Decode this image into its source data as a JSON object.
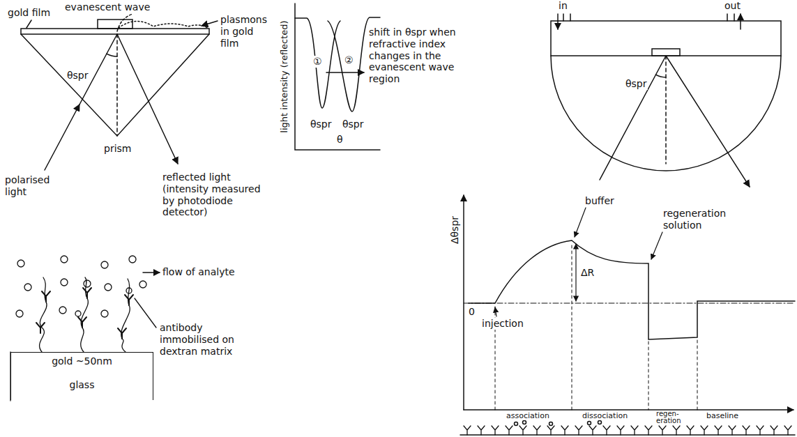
{
  "diagram": {
    "nodes": [
      {
        "text": [
          "gold ~50nm"
        ]
      },
      {
        "text": [
          "glass"
        ]
      }
    ],
    "labels": [
      "gold film",
      "evanescent wave",
      "plasmons in gold film",
      "θspr",
      "polarised light",
      "prism",
      "reflected light (intensity measured by photodiode detector)",
      "light intensity (reflected)",
      "①",
      "②",
      "shift in θspr when refractive index changes in the evanescent wave region",
      "θspr",
      "θspr",
      "θ",
      "in",
      "out",
      "θspr",
      "flow of analyte",
      "antibody immobilised on dextran matrix",
      "Δθspr",
      "0",
      "buffer",
      "regeneration solution",
      "ΔR",
      "injection",
      "association",
      "dissociation",
      "regen- eration",
      "baseline"
    ]
  }
}
